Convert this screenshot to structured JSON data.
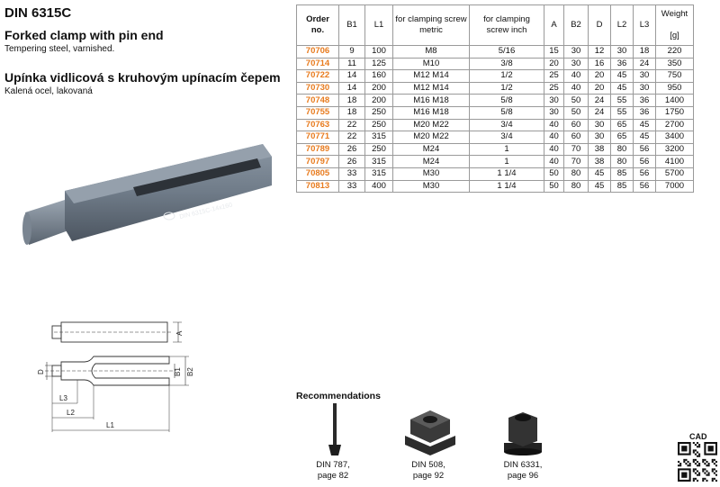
{
  "header": {
    "code": "DIN 6315C",
    "title_en": "Forked clamp with pin end",
    "subtitle_en": "Tempering steel, varnished.",
    "title_cz": "Upínka vidlicová s kruhovým upínacím čepem",
    "subtitle_cz": "Kalená ocel, lakovaná"
  },
  "product_image": {
    "engraving": "DIN 6315C-14x160"
  },
  "drawing": {
    "dims": {
      "A": "A",
      "B1": "B1",
      "B2": "B2",
      "D": "D",
      "L1": "L1",
      "L2": "L2",
      "L3": "L3"
    }
  },
  "table": {
    "headers": {
      "order": "Order no.",
      "b1": "B1",
      "l1": "L1",
      "metric": "for clamping screw metric",
      "inch": "for clamping screw inch",
      "a": "A",
      "b2": "B2",
      "d": "D",
      "l2": "L2",
      "l3": "L3",
      "weight": "Weight",
      "weight_unit": "[g]"
    },
    "rows": [
      [
        "70706",
        "9",
        "100",
        "M8",
        "5/16",
        "15",
        "30",
        "12",
        "30",
        "18",
        "220"
      ],
      [
        "70714",
        "11",
        "125",
        "M10",
        "3/8",
        "20",
        "30",
        "16",
        "36",
        "24",
        "350"
      ],
      [
        "70722",
        "14",
        "160",
        "M12 M14",
        "1/2",
        "25",
        "40",
        "20",
        "45",
        "30",
        "750"
      ],
      [
        "70730",
        "14",
        "200",
        "M12 M14",
        "1/2",
        "25",
        "40",
        "20",
        "45",
        "30",
        "950"
      ],
      [
        "70748",
        "18",
        "200",
        "M16 M18",
        "5/8",
        "30",
        "50",
        "24",
        "55",
        "36",
        "1400"
      ],
      [
        "70755",
        "18",
        "250",
        "M16 M18",
        "5/8",
        "30",
        "50",
        "24",
        "55",
        "36",
        "1750"
      ],
      [
        "70763",
        "22",
        "250",
        "M20 M22",
        "3/4",
        "40",
        "60",
        "30",
        "65",
        "45",
        "2700"
      ],
      [
        "70771",
        "22",
        "315",
        "M20 M22",
        "3/4",
        "40",
        "60",
        "30",
        "65",
        "45",
        "3400"
      ],
      [
        "70789",
        "26",
        "250",
        "M24",
        "1",
        "40",
        "70",
        "38",
        "80",
        "56",
        "3200"
      ],
      [
        "70797",
        "26",
        "315",
        "M24",
        "1",
        "40",
        "70",
        "38",
        "80",
        "56",
        "4100"
      ],
      [
        "70805",
        "33",
        "315",
        "M30",
        "1 1/4",
        "50",
        "80",
        "45",
        "85",
        "56",
        "5700"
      ],
      [
        "70813",
        "33",
        "400",
        "M30",
        "1 1/4",
        "50",
        "80",
        "45",
        "85",
        "56",
        "7000"
      ]
    ]
  },
  "recommendations": {
    "title": "Recommendations",
    "items": [
      {
        "name": "DIN 787,",
        "page": "page 82"
      },
      {
        "name": "DIN 508,",
        "page": "page 92"
      },
      {
        "name": "DIN 6331,",
        "page": "page 96"
      }
    ]
  },
  "cad": {
    "label": "CAD"
  },
  "colors": {
    "accent": "#e87b1e",
    "steel": "#6d7a88"
  }
}
